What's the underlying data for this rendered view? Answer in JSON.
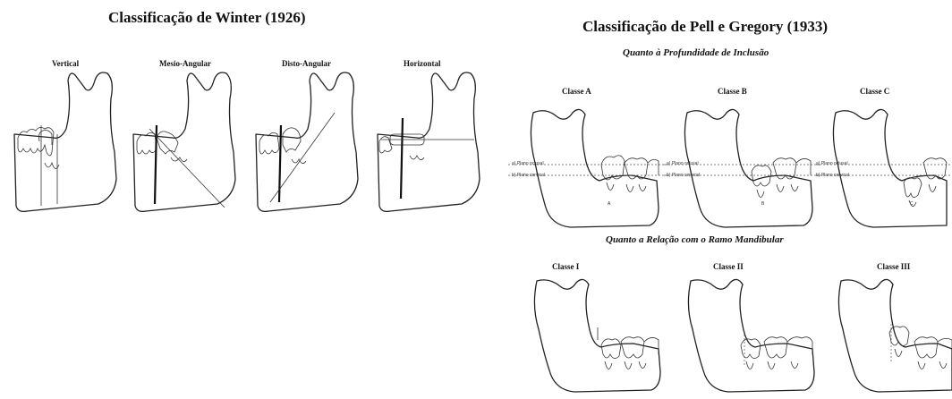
{
  "winter": {
    "title": "Classificação de Winter (1926)",
    "panels": [
      "Vertical",
      "Mesio-Angular",
      "Disto-Angular",
      "Horizontal"
    ]
  },
  "pell": {
    "title": "Classificação de Pell e Gregory (1933)",
    "depth_subtitle": "Quanto à Profundidade de Inclusão",
    "depth_panels": [
      "Classe A",
      "Classe B",
      "Classe C"
    ],
    "plane_labels": [
      "a) Plano oclusal",
      "b) Plano cervical"
    ],
    "depth_markers": [
      "A",
      "B",
      "C"
    ],
    "ramus_subtitle": "Quanto a Relação com o Ramo Mandibular",
    "ramus_panels": [
      "Classe I",
      "Classe II",
      "Classe III"
    ]
  }
}
